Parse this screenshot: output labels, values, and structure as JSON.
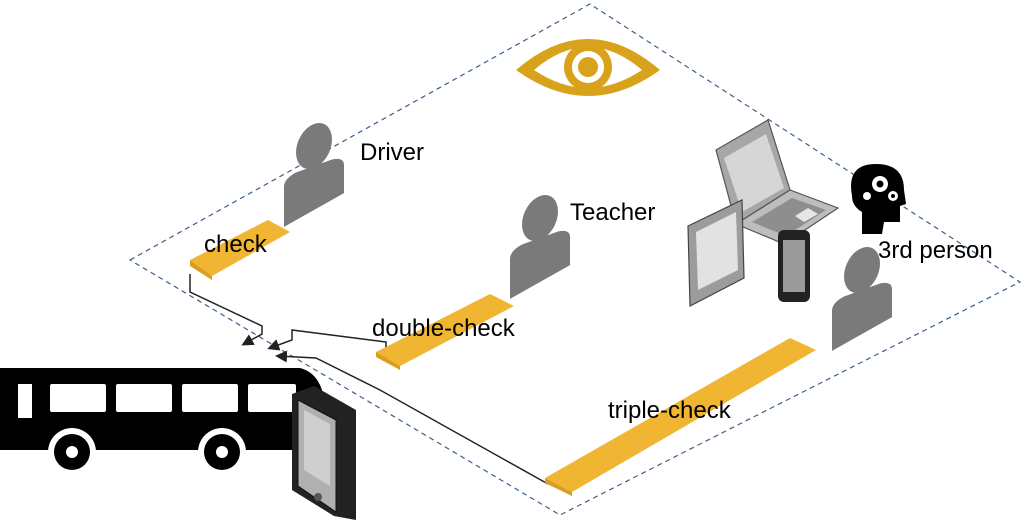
{
  "labels": {
    "driver": "Driver",
    "teacher": "Teacher",
    "third_person": "3rd person",
    "check": "check",
    "double_check": "double-check",
    "triple_check": "triple-check"
  },
  "colors": {
    "accent": "#F0B532",
    "eye": "#D9A21B",
    "person": "#7a7a7a",
    "boundary": "#3b5f8a",
    "ink": "#000000"
  },
  "icons": [
    "eye-icon",
    "person-icon",
    "laptop-icon",
    "tablet-icon",
    "phone-icon",
    "head-gears-icon",
    "bus-icon"
  ]
}
